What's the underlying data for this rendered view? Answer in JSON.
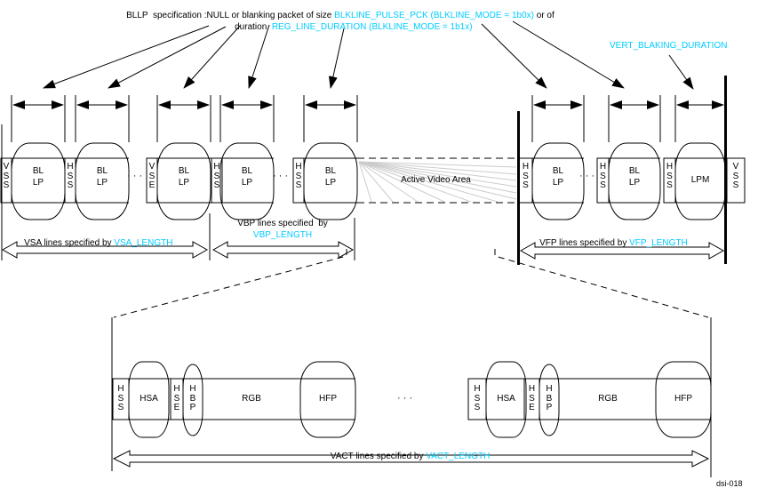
{
  "colors": {
    "param_cyan": "#00CCFF",
    "ink": "#000000",
    "fan_gray": "#CCCCCC"
  },
  "bllp_note": {
    "l1_prefix": "BLLP  specification :NULL or blanking packet of size ",
    "l1_param": "BLKLINE_PULSE_PCK (BLKLINE_MODE = 1b0x)",
    "l1_suffix": " or of",
    "l2_prefix": "duration  ",
    "l2_param": "REG_LINE_DURATION (BLKLINE_MODE = 1b1x)"
  },
  "vert_blanking_label": "VERT_BLAKING_DURATION",
  "cells": {
    "vss": "VSS",
    "hss": "HSS",
    "vse": "VSE",
    "bl": "BL",
    "lp": "LP",
    "lpm": "LPM",
    "hsa": "HSA",
    "hse": "HSE",
    "hbp": "HBP",
    "rgb": "RGB",
    "hfp": "HFP"
  },
  "dots": "· · ·",
  "active_area_label": "Active Video Area",
  "spans": {
    "vsa_text": "VSA lines specified by ",
    "vsa_param": "VSA_LENGTH",
    "vbp_text": "VBP lines specified  by",
    "vbp_param": "VBP_LENGTH",
    "vfp_text": "VFP lines specified by ",
    "vfp_param": "VFP_LENGTH",
    "vact_text": "VACT lines specified by ",
    "vact_param": "VACT_LENGTH"
  },
  "figure_id": "dsi-018"
}
